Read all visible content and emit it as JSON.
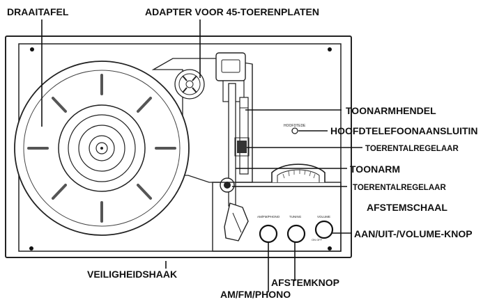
{
  "labels": {
    "turntable": "DRAAITAFEL",
    "adapter_45": "ADAPTER VOOR 45-TOERENPLATEN",
    "tonearm_lever": "TOONARMHENDEL",
    "headphone_jack": "HOOFDTELEFOONAANSLUITIN",
    "speed_selector_top": "TOERENTALREGELAAR",
    "tonearm": "TOONARM",
    "speed_selector_bottom": "TOERENTALREGELAAR",
    "tuning_dial": "AFSTEMSCHAAL",
    "power_volume_knob": "AAN/UIT-/VOLUME-KNOP",
    "safety_hook": "VEILIGHEIDSHAAK",
    "tuning_knob": "AFSTEMKNOP",
    "am_fm_phono": "AM/FM/PHONO"
  },
  "panel_text": {
    "phones": "HOOFDTEDE",
    "band_knob": "AM/FM/PHONO",
    "tuning_knob": "TUNING",
    "volume_knob": "VOLUME",
    "on_off": "ON\nOFF"
  }
}
